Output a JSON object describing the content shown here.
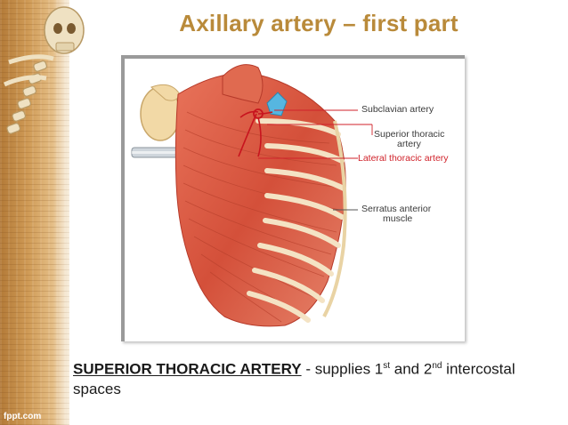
{
  "slide": {
    "title": "Axillary artery – first part"
  },
  "figure": {
    "labels": {
      "subclavian": "Subclavian artery",
      "superior_thoracic_1": "Superior thoracic",
      "superior_thoracic_2": "artery",
      "lateral_thoracic": "Lateral thoracic artery",
      "serratus_1": "Serratus anterior",
      "serratus_2": "muscle"
    },
    "colors": {
      "muscle": "#d8553e",
      "artery_label": "#d0222a",
      "bone": "#f2d9a6",
      "vein": "#56b6e0"
    }
  },
  "caption": {
    "term": "SUPERIOR THORACIC ARTERY",
    "text_a": " - supplies 1",
    "sup_a": "st",
    "text_b": " and 2",
    "sup_b": "nd",
    "text_c": " intercostal",
    "line2": "spaces"
  },
  "watermark": "fppt.com"
}
